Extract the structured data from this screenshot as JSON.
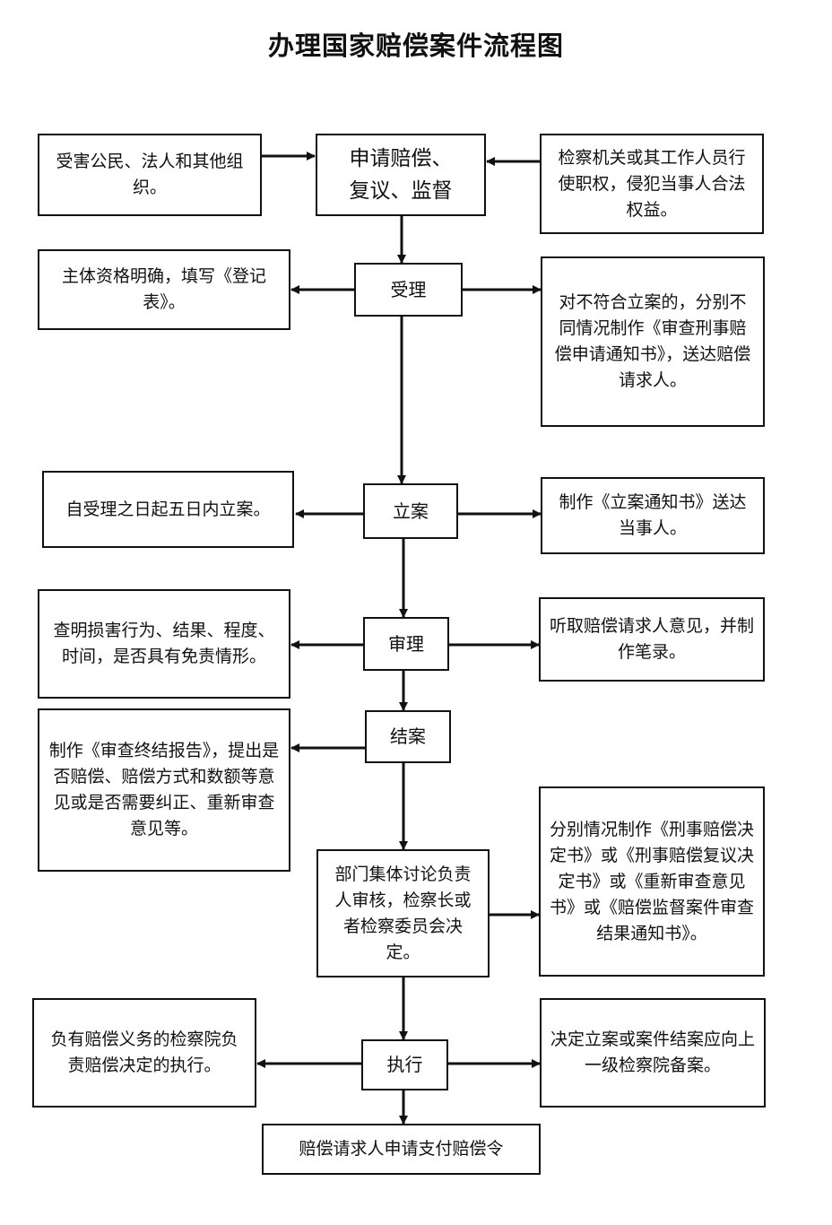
{
  "title": "办理国家赔偿案件流程图",
  "nodes": {
    "applicant": "受害公民、法人和其他组织。",
    "apply": "申请赔偿、复议、监督",
    "procuratorate_cause": "检察机关或其工作人员行使职权，侵犯当事人合法权益。",
    "accept": "受理",
    "accept_left": "主体资格明确，填写《登记表》。",
    "accept_right": "对不符合立案的，分别不同情况制作《审查刑事赔偿申请通知书》，送达赔偿请求人。",
    "file": "立案",
    "file_left": "自受理之日起五日内立案。",
    "file_right": "制作《立案通知书》送达当事人。",
    "review": "审理",
    "review_left": "查明损害行为、结果、程度、时间，是否具有免责情形。",
    "review_right": "听取赔偿请求人意见，并制作笔录。",
    "close": "结案",
    "close_left": "制作《审查终结报告》，提出是否赔偿、赔偿方式和数额等意见或是否需要纠正、重新审查意见等。",
    "decide": "部门集体讨论负责人审核，检察长或者检察委员会决定。",
    "decide_right": "分别情况制作《刑事赔偿决定书》或《刑事赔偿复议决定书》或《重新审查意见书》或《赔偿监督案件审查结果通知书》。",
    "execute": "执行",
    "execute_left": "负有赔偿义务的检察院负责赔偿决定的执行。",
    "execute_right": "决定立案或案件结案应向上一级检察院备案。",
    "payment": "赔偿请求人申请支付赔偿令"
  }
}
